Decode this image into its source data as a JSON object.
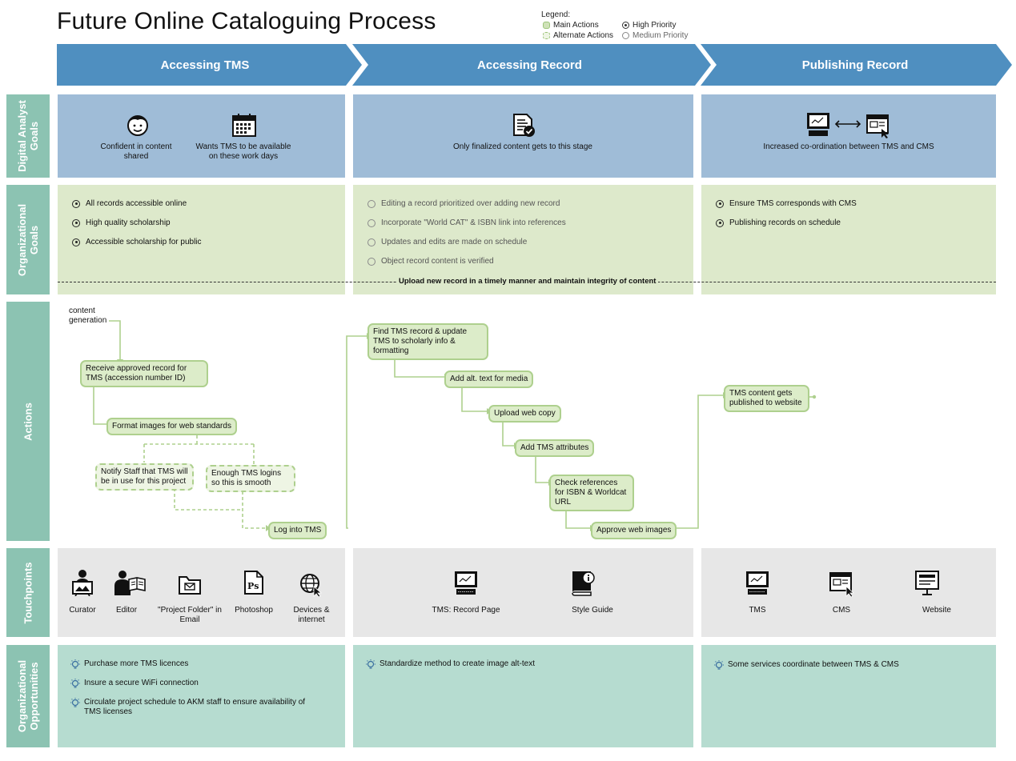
{
  "title": "Future Online Cataloguing Process",
  "legend": {
    "title": "Legend:",
    "main_actions": "Main Actions",
    "alternate_actions": "Alternate Actions",
    "high_priority": "High Priority",
    "medium_priority": "Medium Priority"
  },
  "colors": {
    "stage_banner": "#4f8fc0",
    "row_label": "#8cc3b2",
    "goals_panel": "#9fbcd7",
    "org_goals_panel": "#dde9cb",
    "touchpoints_panel": "#e7e7e7",
    "opportunities_panel": "#b6dcd0",
    "action_fill": "#dcecc9",
    "action_border": "#aed08e"
  },
  "stages": [
    "Accessing TMS",
    "Accessing Record",
    "Publishing Record"
  ],
  "rows": {
    "digital_analyst_goals": "Digital Analyst Goals",
    "organizational_goals": "Organizational Goals",
    "actions": "Actions",
    "touchpoints": "Touchpoints",
    "organizational_opportunities": "Organizational Opportunities"
  },
  "digital_goals": {
    "confident": "Confident in content shared",
    "available": "Wants TMS to be available on these work days",
    "finalized": "Only finalized content gets to this stage",
    "coordination": "Increased co-ordination between TMS and CMS"
  },
  "org_goals": {
    "col1": [
      {
        "text": "All records accessible online",
        "priority": "high"
      },
      {
        "text": "High quality scholarship",
        "priority": "high"
      },
      {
        "text": "Accessible scholarship for public",
        "priority": "high"
      }
    ],
    "col2": [
      {
        "text": "Editing a record prioritized over adding new record",
        "priority": "medium"
      },
      {
        "text": "Incorporate \"World CAT\" & ISBN link into references",
        "priority": "medium"
      },
      {
        "text": "Updates and edits are made on schedule",
        "priority": "medium"
      },
      {
        "text": "Object record content is verified",
        "priority": "medium"
      }
    ],
    "col3": [
      {
        "text": "Ensure TMS corresponds with CMS",
        "priority": "high"
      },
      {
        "text": "Publishing records on schedule",
        "priority": "high"
      }
    ],
    "shared": "Upload new record in a timely manner and maintain integrity of content"
  },
  "actions": {
    "start": "content generation",
    "receive": "Receive approved record for TMS (accession number ID)",
    "format": "Format images for web standards",
    "notify": "Notify Staff that TMS will be in use for this project",
    "logins": "Enough TMS logins so this is smooth",
    "login": "Log into TMS",
    "find": "Find TMS record & update TMS to scholarly info & formatting",
    "alt_text": "Add alt. text for media",
    "upload": "Upload web copy",
    "attributes": "Add TMS attributes",
    "check": "Check references for ISBN & Worldcat URL",
    "approve": "Approve web images",
    "published": "TMS content gets published to website"
  },
  "touchpoints": {
    "curator": "Curator",
    "editor": "Editor",
    "folder": "\"Project Folder\" in Email",
    "photoshop": "Photoshop",
    "devices": "Devices & internet",
    "record_page": "TMS: Record Page",
    "style_guide": "Style Guide",
    "tms": "TMS",
    "cms": "CMS",
    "website": "Website"
  },
  "opportunities": {
    "col1": [
      "Purchase more TMS licences",
      "Insure a secure WiFi connection",
      "Circulate project schedule to AKM staff to ensure availability of TMS licenses"
    ],
    "col2": [
      "Standardize method to create image alt-text"
    ],
    "col3": [
      "Some services coordinate between TMS & CMS"
    ]
  }
}
